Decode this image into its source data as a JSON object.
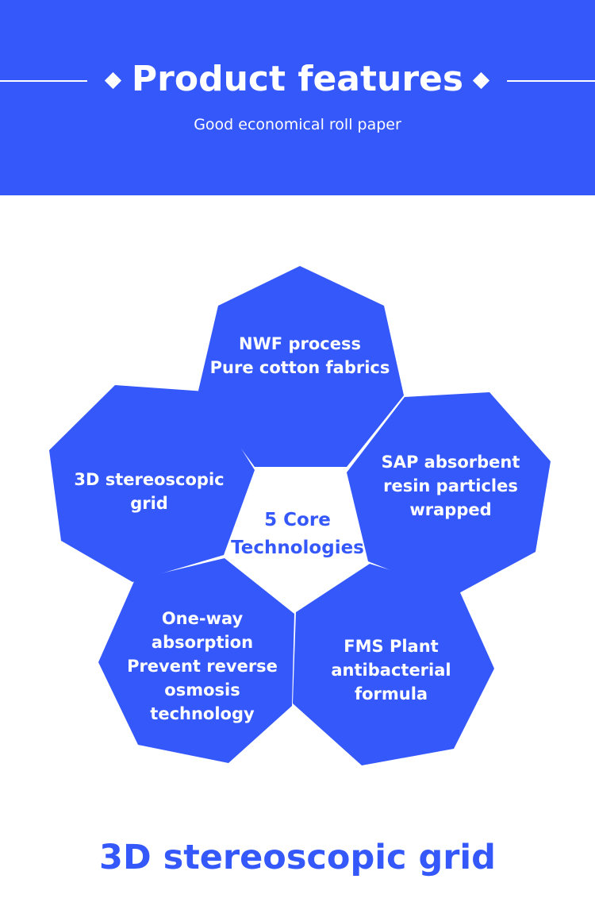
{
  "header": {
    "title": "Product features",
    "subtitle": "Good economical roll paper",
    "bg_color": "#3558fb",
    "decor_icon": "diamond-icon"
  },
  "center": {
    "line1": "5 Core",
    "line2": "Technologies"
  },
  "features": [
    {
      "id": "nwf",
      "lines": [
        "NWF process",
        "Pure cotton fabrics"
      ]
    },
    {
      "id": "sap",
      "lines": [
        "SAP absorbent",
        "resin particles",
        "wrapped"
      ]
    },
    {
      "id": "fms",
      "lines": [
        "FMS Plant",
        "antibacterial",
        "formula"
      ]
    },
    {
      "id": "one-way",
      "lines": [
        "One-way",
        "absorption",
        "Prevent reverse",
        "osmosis",
        "technology"
      ]
    },
    {
      "id": "grid",
      "lines": [
        "3D stereoscopic",
        "grid"
      ]
    }
  ],
  "footer": {
    "title": "3D stereoscopic grid"
  },
  "colors": {
    "accent": "#3558fb",
    "text_on_accent": "#ffffff"
  }
}
